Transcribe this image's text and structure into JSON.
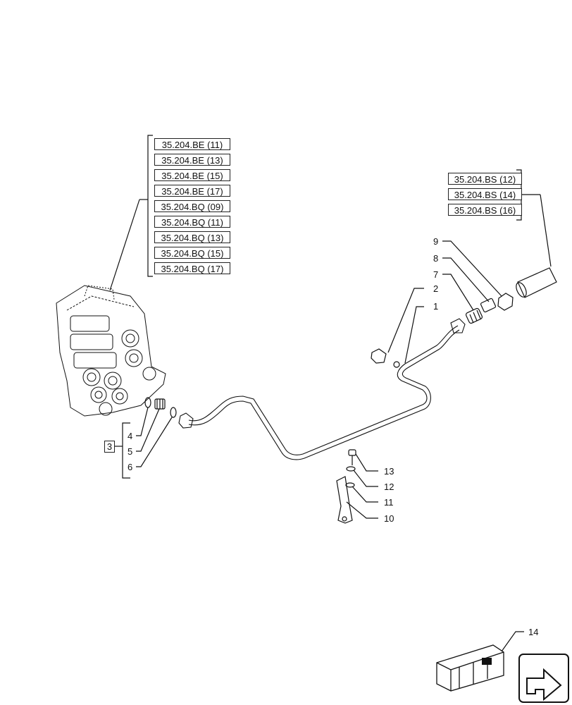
{
  "references_left": [
    "35.204.BE (11)",
    "35.204.BE (13)",
    "35.204.BE (15)",
    "35.204.BE (17)",
    "35.204.BQ (09)",
    "35.204.BQ (11)",
    "35.204.BQ (13)",
    "35.204.BQ (15)",
    "35.204.BQ (17)"
  ],
  "references_right": [
    "35.204.BS (12)",
    "35.204.BS (14)",
    "35.204.BS (16)"
  ],
  "callouts": {
    "c1": "1",
    "c2": "2",
    "c3": "3",
    "c4": "4",
    "c5": "5",
    "c6": "6",
    "c7": "7",
    "c8": "8",
    "c9": "9",
    "c10": "10",
    "c11": "11",
    "c12": "12",
    "c13": "13",
    "c14": "14"
  },
  "icons": {
    "nav": "next-page-arrow-icon",
    "kit": "parts-crate-icon"
  }
}
